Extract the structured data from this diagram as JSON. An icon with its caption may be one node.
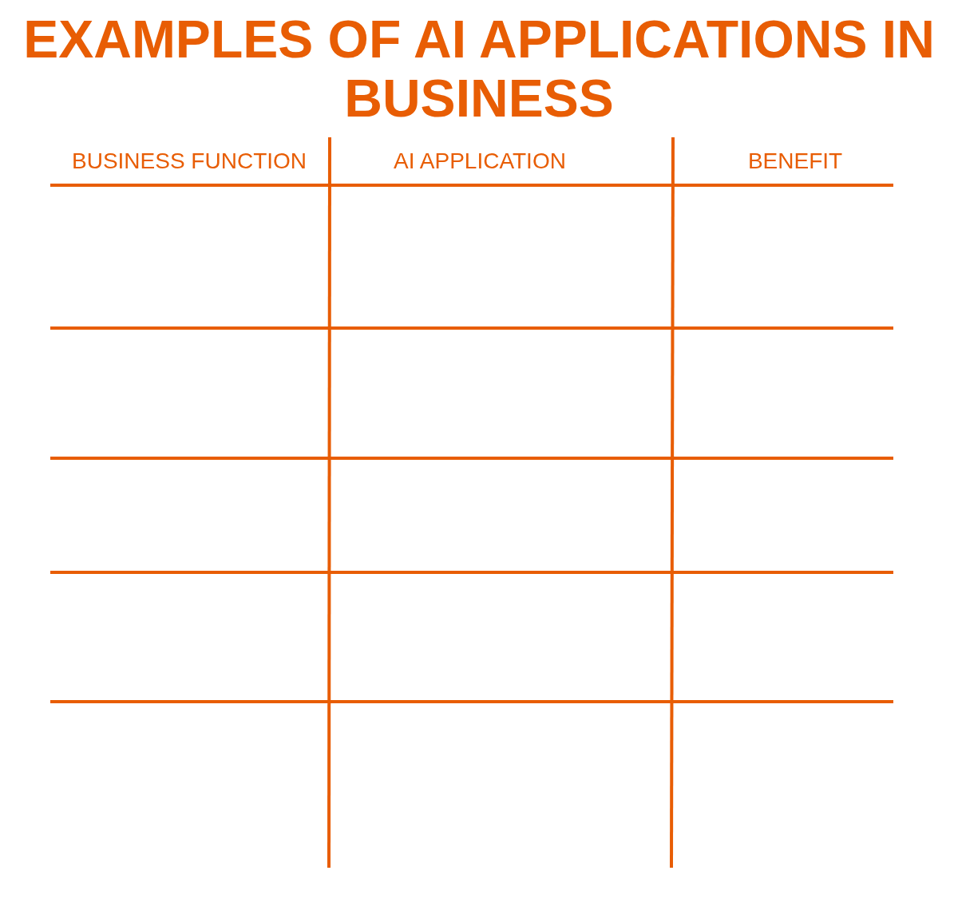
{
  "diagram": {
    "title": "EXAMPLES OF AI APPLICATIONS IN BUSINESS",
    "labels": [
      "BUSINESS FUNCTION",
      "AI APPLICATION",
      "BENEFIT"
    ]
  }
}
